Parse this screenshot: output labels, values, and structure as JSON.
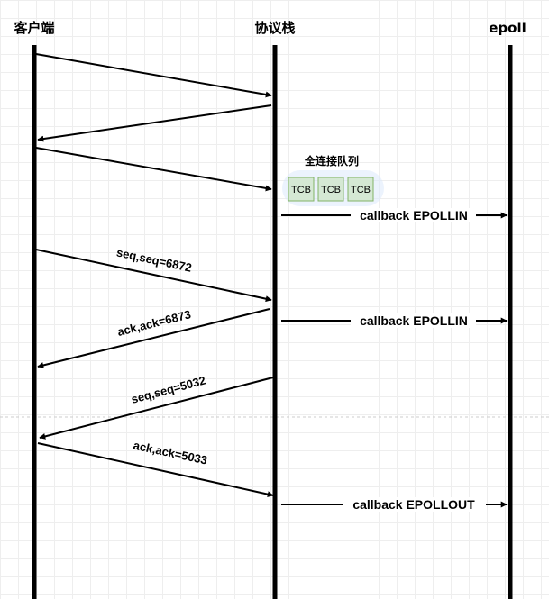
{
  "lifelines": {
    "client": "客户端",
    "stack": "协议栈",
    "epoll": "epoll"
  },
  "queue": {
    "label": "全连接队列",
    "items": [
      "TCB",
      "TCB",
      "TCB"
    ],
    "colors": {
      "fill": "#d5e8d4",
      "stroke": "#82b366",
      "background": "#dae8fc"
    }
  },
  "messages": {
    "seq1": "seq,seq=6872",
    "ack1": "ack,ack=6873",
    "seq2": "seq,seq=5032",
    "ack2": "ack,ack=5033"
  },
  "callbacks": {
    "epollin_1": "callback EPOLLIN",
    "epollin_2": "callback EPOLLIN",
    "epollout": "callback EPOLLOUT"
  }
}
